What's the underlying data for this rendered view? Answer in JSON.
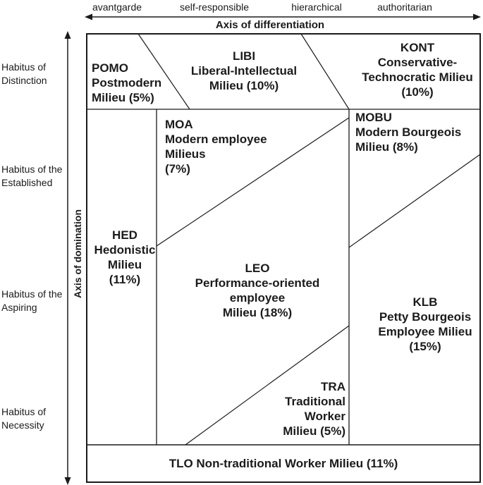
{
  "top_axis": {
    "title": "Axis of differentiation",
    "categories": [
      "avantgarde",
      "self-responsible",
      "hierarchical",
      "authoritarian"
    ]
  },
  "left_axis": {
    "title": "Axis of domination",
    "labels": [
      {
        "lines": [
          "Habitus of",
          "Distinction"
        ]
      },
      {
        "lines": [
          "Habitus of the",
          "Established"
        ]
      },
      {
        "lines": [
          "Habitus of the",
          "Aspiring"
        ]
      },
      {
        "lines": [
          "Habitus of",
          "Necessity"
        ]
      }
    ]
  },
  "regions": [
    {
      "code": "POMO",
      "name": "Postmodern Milieu",
      "share_percent": 5,
      "lines": [
        "POMO",
        "Postmodern",
        "Milieu (5%)"
      ]
    },
    {
      "code": "LIBI",
      "name": "Liberal-Intellectual Milieu",
      "share_percent": 10,
      "lines": [
        "LIBI",
        "Liberal-Intellectual",
        "Milieu (10%)"
      ]
    },
    {
      "code": "KONT",
      "name": "Conservative-Technocratic Milieu",
      "share_percent": 10,
      "lines": [
        "KONT",
        "Conservative-",
        "Technocratic Milieu",
        "(10%)"
      ]
    },
    {
      "code": "MOA",
      "name": "Modern employee Milieus",
      "share_percent": 7,
      "lines": [
        "MOA",
        "Modern employee",
        "Milieus",
        "(7%)"
      ]
    },
    {
      "code": "MOBU",
      "name": "Modern Bourgeois Milieu",
      "share_percent": 8,
      "lines": [
        "MOBU",
        "Modern Bourgeois",
        "Milieu (8%)"
      ]
    },
    {
      "code": "HED",
      "name": "Hedonistic Milieu",
      "share_percent": 11,
      "lines": [
        "HED",
        "Hedonistic",
        "Milieu",
        "(11%)"
      ]
    },
    {
      "code": "LEO",
      "name": "Performance-oriented employee Milieu",
      "share_percent": 18,
      "lines": [
        "LEO",
        "Performance-oriented",
        "employee",
        "Milieu (18%)"
      ]
    },
    {
      "code": "KLB",
      "name": "Petty Bourgeois Employee Milieu",
      "share_percent": 15,
      "lines": [
        "KLB",
        "Petty Bourgeois",
        "Employee Milieu",
        "(15%)"
      ]
    },
    {
      "code": "TRA",
      "name": "Traditional Worker Milieu",
      "share_percent": 5,
      "lines": [
        "TRA",
        "Traditional",
        "Worker",
        "Milieu (5%)"
      ]
    },
    {
      "code": "TLO",
      "name": "Non-traditional Worker Milieu",
      "share_percent": 11,
      "lines": [
        "TLO Non-traditional Worker Milieu (11%)"
      ]
    }
  ],
  "colors": {
    "ink": "#1b1b1b",
    "background": "#ffffff"
  }
}
